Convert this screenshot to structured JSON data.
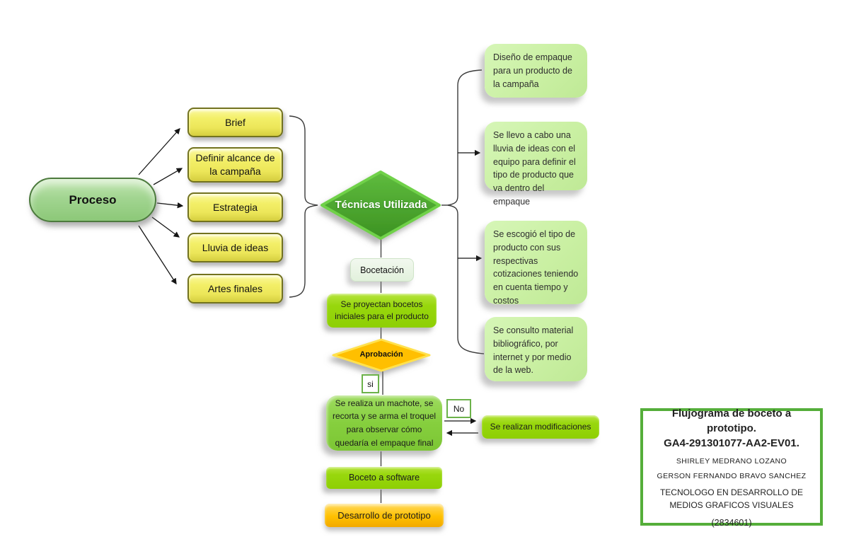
{
  "process": {
    "label": "Proceso"
  },
  "inputs": [
    "Brief",
    "Definir alcance de la campaña",
    "Estrategia",
    "Lluvia de ideas",
    "Artes finales"
  ],
  "decision1": {
    "label": "Técnicas Utilizada"
  },
  "notes": [
    "Diseño de empaque para un producto de la campaña",
    "Se llevo a cabo una lluvia de ideas con el equipo para definir el tipo de producto que va dentro del empaque",
    "Se escogió el tipo de producto con sus respectivas cotizaciones teniendo en cuenta tiempo y costos",
    "Se consulto material bibliográfico, por internet y por medio de la web."
  ],
  "flow": {
    "stage": "Bocetación",
    "sketches": "Se proyectan bocetos iniciales para el producto",
    "decision2": "Aprobación",
    "yes_label": "si",
    "no_label": "No",
    "mockup": "Se realiza un machote, se recorta y se arma el troquel para observar cómo quedaría el empaque final",
    "modifications": "Se realizan modificaciones",
    "software": "Boceto a software",
    "prototype": "Desarrollo de prototipo"
  },
  "caption": {
    "title": "Flujograma de boceto a prototipo.",
    "code_line": "GA4-291301077-AA2-EV01.",
    "author_1": "SHIRLEY MEDRANO LOZANO",
    "author_2": "GERSON FERNANDO BRAVO SANCHEZ",
    "program": "TECNOLOGO EN DESARROLLO DE MEDIOS GRAFICOS VISUALES",
    "group_code": "(2834601)"
  },
  "colors": {
    "diamond_green": "#4aa62c",
    "diamond_border": "#70d14a",
    "chartreuse": "#95d50c",
    "pale_note": "#cdf2a6",
    "yellow_box": "#f1ed62",
    "amber": "#ffc000",
    "amber_border": "#ffe14d",
    "pill_green": "#9ed48d",
    "caption_border": "#55ae3a"
  }
}
